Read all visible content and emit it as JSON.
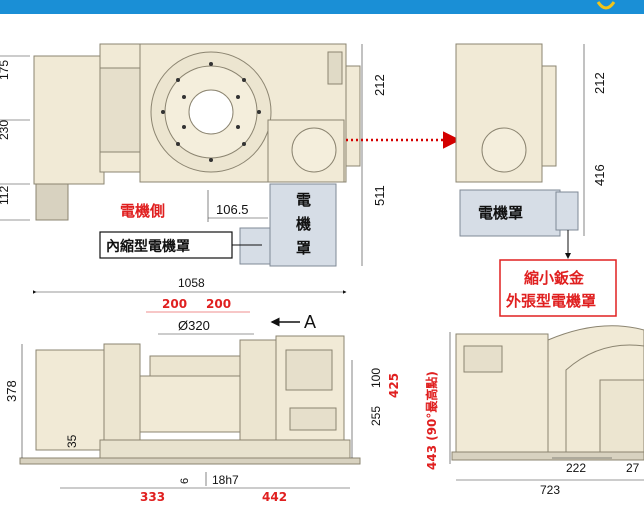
{
  "header": {
    "bar_color": "#1a8fd6",
    "accent_color": "#f0c419"
  },
  "colors": {
    "body": "#f1ead6",
    "body_stroke": "#8b8470",
    "cover": "#d6dde6",
    "cover_stroke": "#7f8996",
    "red": "#e02020",
    "arrow_red": "#d40000"
  },
  "labels": {
    "motor_side": "電機側",
    "inner_cover": "內縮型電機罩",
    "motor_cover_vertical": [
      "電",
      "機",
      "罩"
    ],
    "motor_cover": "電機罩",
    "outer_cover_line1": "縮小鈑金",
    "outer_cover_line2": "外張型電機罩",
    "view_arrow": "A",
    "height_note": "443 (90°最高點)"
  },
  "dimensions": {
    "top_left": [
      "175",
      "230",
      "112"
    ],
    "top_212": "212",
    "top_511": "511",
    "top_106_5": "106.5",
    "right_212": "212",
    "right_416": "416",
    "front_1058": "1058",
    "front_200a": "200",
    "front_200b": "200",
    "front_phi320": "Ø320",
    "front_378": "378",
    "front_35": "35",
    "front_100": "100",
    "front_255": "255",
    "front_425": "425",
    "front_6": "6",
    "front_18h7": "18h7",
    "front_333": "333",
    "front_442": "442",
    "side_222": "222",
    "side_27": "27",
    "side_723": "723"
  }
}
